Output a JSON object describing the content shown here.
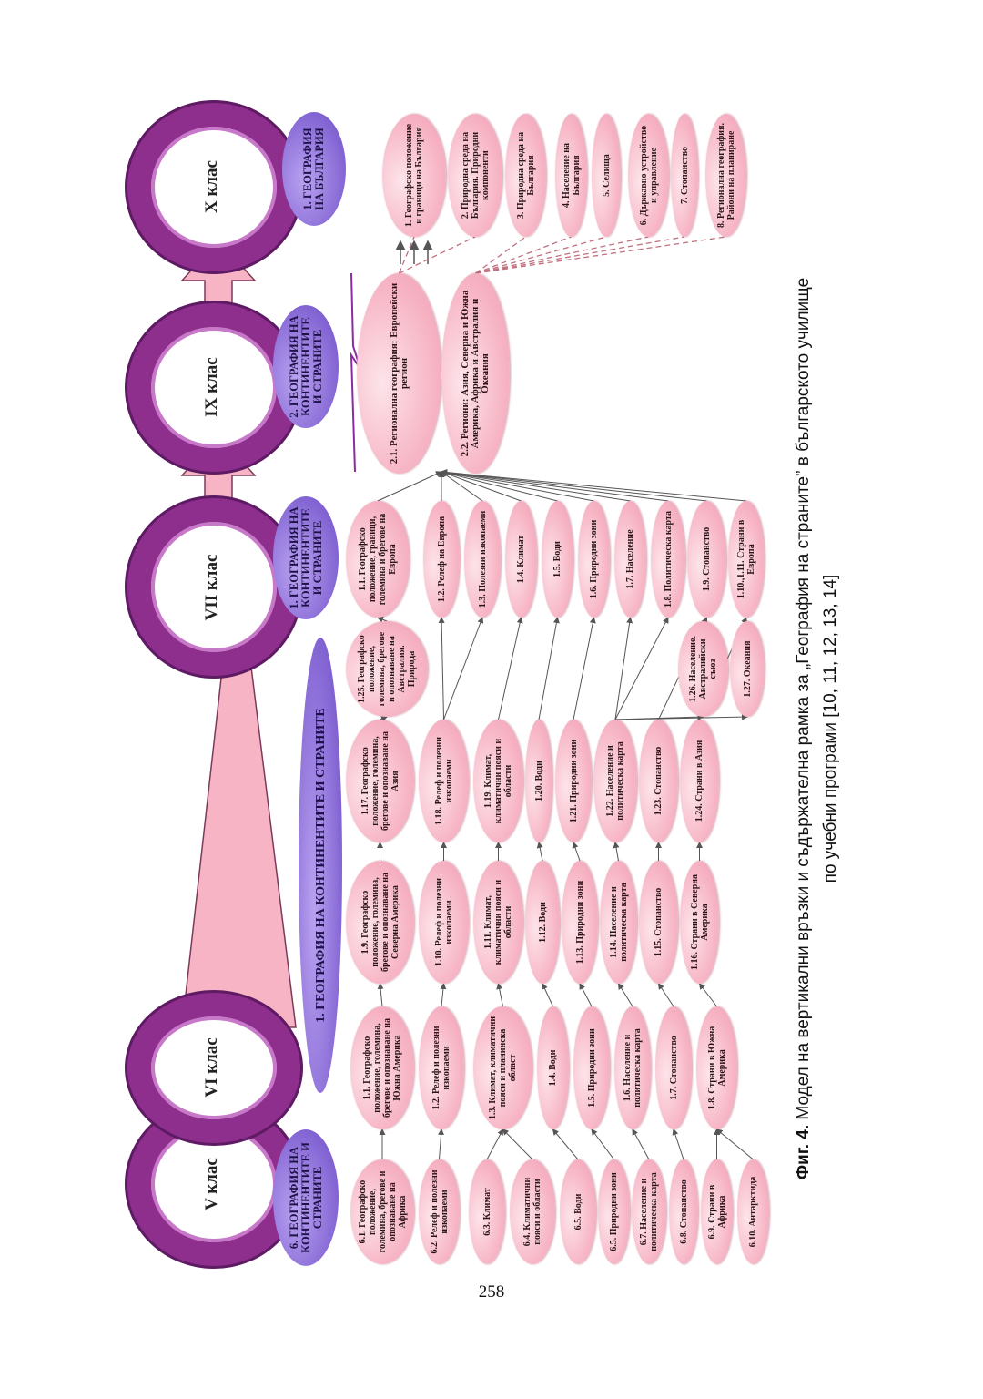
{
  "classes": {
    "v": "V клас",
    "vi": "VI клас",
    "vii": "VII клас",
    "ix": "IX клас",
    "x": "X клас"
  },
  "headers": {
    "v": "6. ГЕОГРАФИЯ НА КОНТИНЕНТИТЕ И СТРАНИТЕ",
    "vi_vii": "1. ГЕОГРАФИЯ НА КОНТИНЕНТИТЕ И СТРАНИТЕ",
    "vii": "1. ГЕОГРАФИЯ НА КОНТИНЕНТИТЕ И СТРАНИТЕ",
    "ix": "2. ГЕОГРАФИЯ НА КОНТИНЕНТИТЕ И СТРАНИТЕ",
    "x": "1. ГЕОГРАФИЯ НА БЪЛГАРИЯ"
  },
  "columns": {
    "v": [
      "6.1. Географско положение, големина, брегове и опознаване на Африка",
      "6.2. Релеф и полезни изкопаеми",
      "6.3. Климат",
      "6.4. Климатични пояси и области",
      "6.5. Води",
      "6.5. Природни зони",
      "6.7. Население и политическа карта",
      "6.8. Стопанство",
      "6.9. Страни в Африка",
      "6.10. Антарктида"
    ],
    "vi": [
      "1.1. Географско положение, големина, брегове и опознаване на Южна Америка",
      "1.2. Релеф и полезни изкопаеми",
      "1.3. Климат, климатични пояси и планинска област",
      "1.4. Води",
      "1.5. Природни зони",
      "1.6. Население и политическа карта",
      "1.7. Стопанство",
      "1.8. Страни в Южна Америка"
    ],
    "vi_b": [
      "1.9. Географско положение, големина, брегове и опознаване на Северна Америка",
      "1.10. Релеф и полезни изкопаеми",
      "1.11. Климат, климатични пояси и области",
      "1.12. Води",
      "1.13. Природни зони",
      "1.14. Население и политическа карта",
      "1.15. Стопанство",
      "1.16. Страни в Северна Америка"
    ],
    "vi_c": [
      "1.17. Географско положение, големина, брегове и опознаване на Азия",
      "1.18. Релеф и полезни изкопаеми",
      "1.19. Климат, климатични пояси и области",
      "1.20. Води",
      "1.21. Природни зони",
      "1.22. Население и политическа карта",
      "1.23. Стопанство",
      "1.24. Страни в Азия"
    ],
    "vi_d": [
      "1.25. Географско положение, големина, брегове и опознаване на Австралия. Природа",
      "1.26. Население. Австралийски съюз",
      "1.27. Океания"
    ],
    "vii": [
      "1.1. Географско положение, граници, големина и брегове на Европа",
      "1.2. Релеф на Европа",
      "1.3. Полезни изкопаеми",
      "1.4. Климат",
      "1.5. Води",
      "1.6. Природни зони",
      "1.7. Население",
      "1.8. Политическа карта",
      "1.9. Стопанство",
      "1.10.,1.11. Страни в Европа"
    ],
    "ix": [
      "2.1. Регионална география: Европейски регион",
      "2.2. Региони: Азия, Северна и Южна Америка, Африка и Австралия и Океания"
    ],
    "x": [
      "1. Географско положение и граници на България",
      "2. Природна среда на България. Природни компоненти",
      "3. Природна среда на България",
      "4. Население на България",
      "5. Селища",
      "6. Държавно устройство и управление",
      "7. Стопанство",
      "8. Регионална география. Райони на планиране"
    ]
  },
  "caption": {
    "label": "Фиг. 4.",
    "line1": " Модел на вертикални връзки и съдържателна рамка за „География на страните” в българското училище",
    "line2": "по учебни програми [10, 11, 12, 13, 14]"
  },
  "page_number": "258",
  "colors": {
    "ring": "#8e2f8e",
    "header": "#8365d3",
    "node": "#f7b6c6",
    "arrow": "#f6b4c4"
  }
}
